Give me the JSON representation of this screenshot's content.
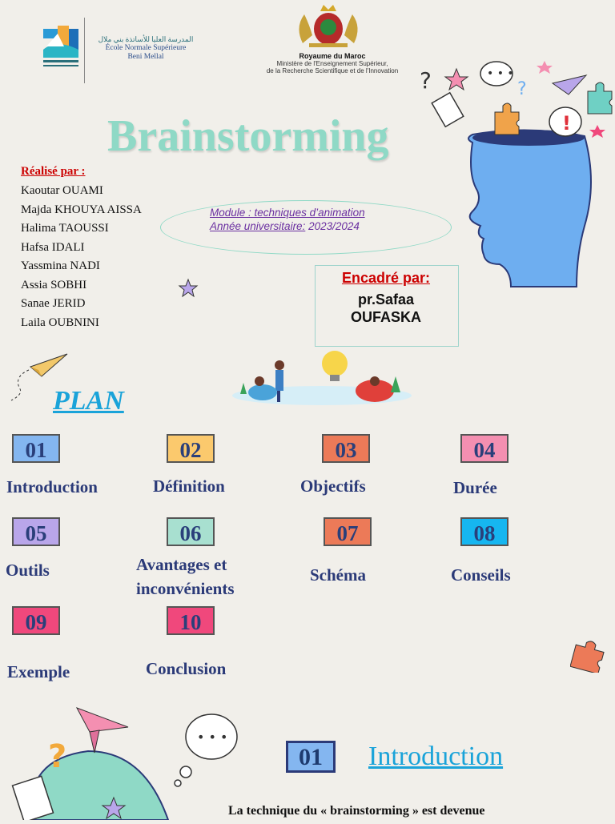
{
  "header": {
    "ens_arabic": "المدرسة العليا للأساتذة بني ملال",
    "ens_line1": "École Normale Supérieure",
    "ens_line2": "Beni Mellal",
    "royaume_title": "Royaume du Maroc",
    "ministry_line1": "Ministère de l'Enseignement Supérieur,",
    "ministry_line2": "de la Recherche Scientifique et de l'Innovation"
  },
  "title": "Brainstorming",
  "realise_label": "Réalisé par :",
  "authors": [
    "Kaoutar OUAMI",
    "Majda KHOUYA AISSA",
    "Halima TAOUSSI",
    "Hafsa IDALI",
    "Yassmina NADI",
    "Assia SOBHI",
    "Sanae JERID",
    "Laila  OUBNINI"
  ],
  "module": {
    "line1": "Module : techniques d’animation ",
    "line2_label": "Année universitaire:",
    "line2_value": " 2023/2024"
  },
  "encadre": {
    "label": "Encadré par:",
    "line1": "pr.Safaa",
    "line2": "OUFASKA"
  },
  "plan_title": "PLAN",
  "plan_items": [
    {
      "num": "01",
      "label": "Introduction",
      "color": "#84b6f0"
    },
    {
      "num": "02",
      "label": "Définition",
      "color": "#fbc96d"
    },
    {
      "num": "03",
      "label": "Objectifs",
      "color": "#ec7a58"
    },
    {
      "num": "04",
      "label": "Durée",
      "color": "#f48fb1"
    },
    {
      "num": "05",
      "label": "Outils",
      "color": "#b9a6ea"
    },
    {
      "num": "06",
      "label": "Avantages et inconvénients",
      "color": "#a8e0d0"
    },
    {
      "num": "07",
      "label": "Schéma",
      "color": "#ec7a58"
    },
    {
      "num": "08",
      "label": "Conseils",
      "color": "#16b6f0"
    },
    {
      "num": "09",
      "label": "Exemple",
      "color": "#f0487c"
    },
    {
      "num": "10",
      "label": "Conclusion",
      "color": "#f0487c"
    }
  ],
  "intro": {
    "num": "01",
    "title": "Introduction ",
    "text": "La technique du « brainstorming » est devenue"
  }
}
